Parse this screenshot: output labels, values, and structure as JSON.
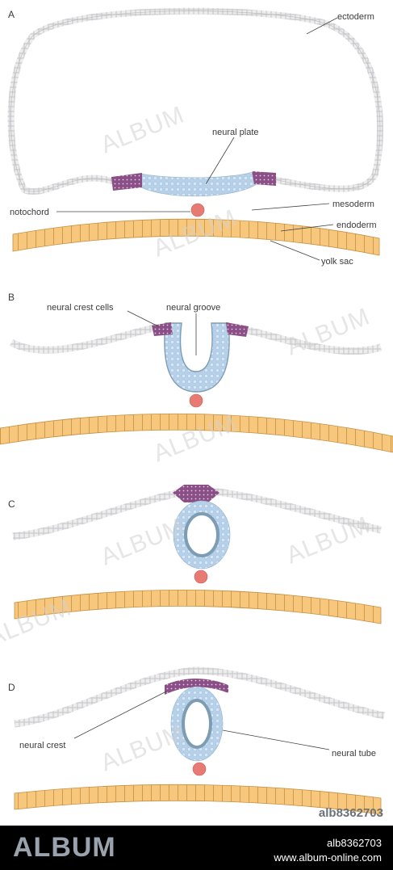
{
  "panels": [
    {
      "letter": "A"
    },
    {
      "letter": "B"
    },
    {
      "letter": "C"
    },
    {
      "letter": "D"
    }
  ],
  "labels": {
    "ectoderm": "ectoderm",
    "neural_plate": "neural plate",
    "notochord": "notochord",
    "mesoderm": "mesoderm",
    "endoderm": "endoderm",
    "yolk_sac": "yolk sac",
    "neural_crest_cells": "neural crest cells",
    "neural_groove": "neural groove",
    "neural_crest": "neural crest",
    "neural_tube": "neural tube"
  },
  "watermark": {
    "text": "ALBUM"
  },
  "reference_code": "alb8362703",
  "footer": {
    "logo": "ALBUM",
    "id": "alb8362703",
    "url": "www.album-online.com"
  },
  "colors": {
    "ectoderm": "#c9c9cb",
    "neural_tissue": "#b9d3ec",
    "neural_inner": "#7d9db5",
    "neural_crest": "#8a4f86",
    "endoderm": "#f7c77e",
    "notochord": "#e87a74",
    "background": "#ffffff"
  }
}
